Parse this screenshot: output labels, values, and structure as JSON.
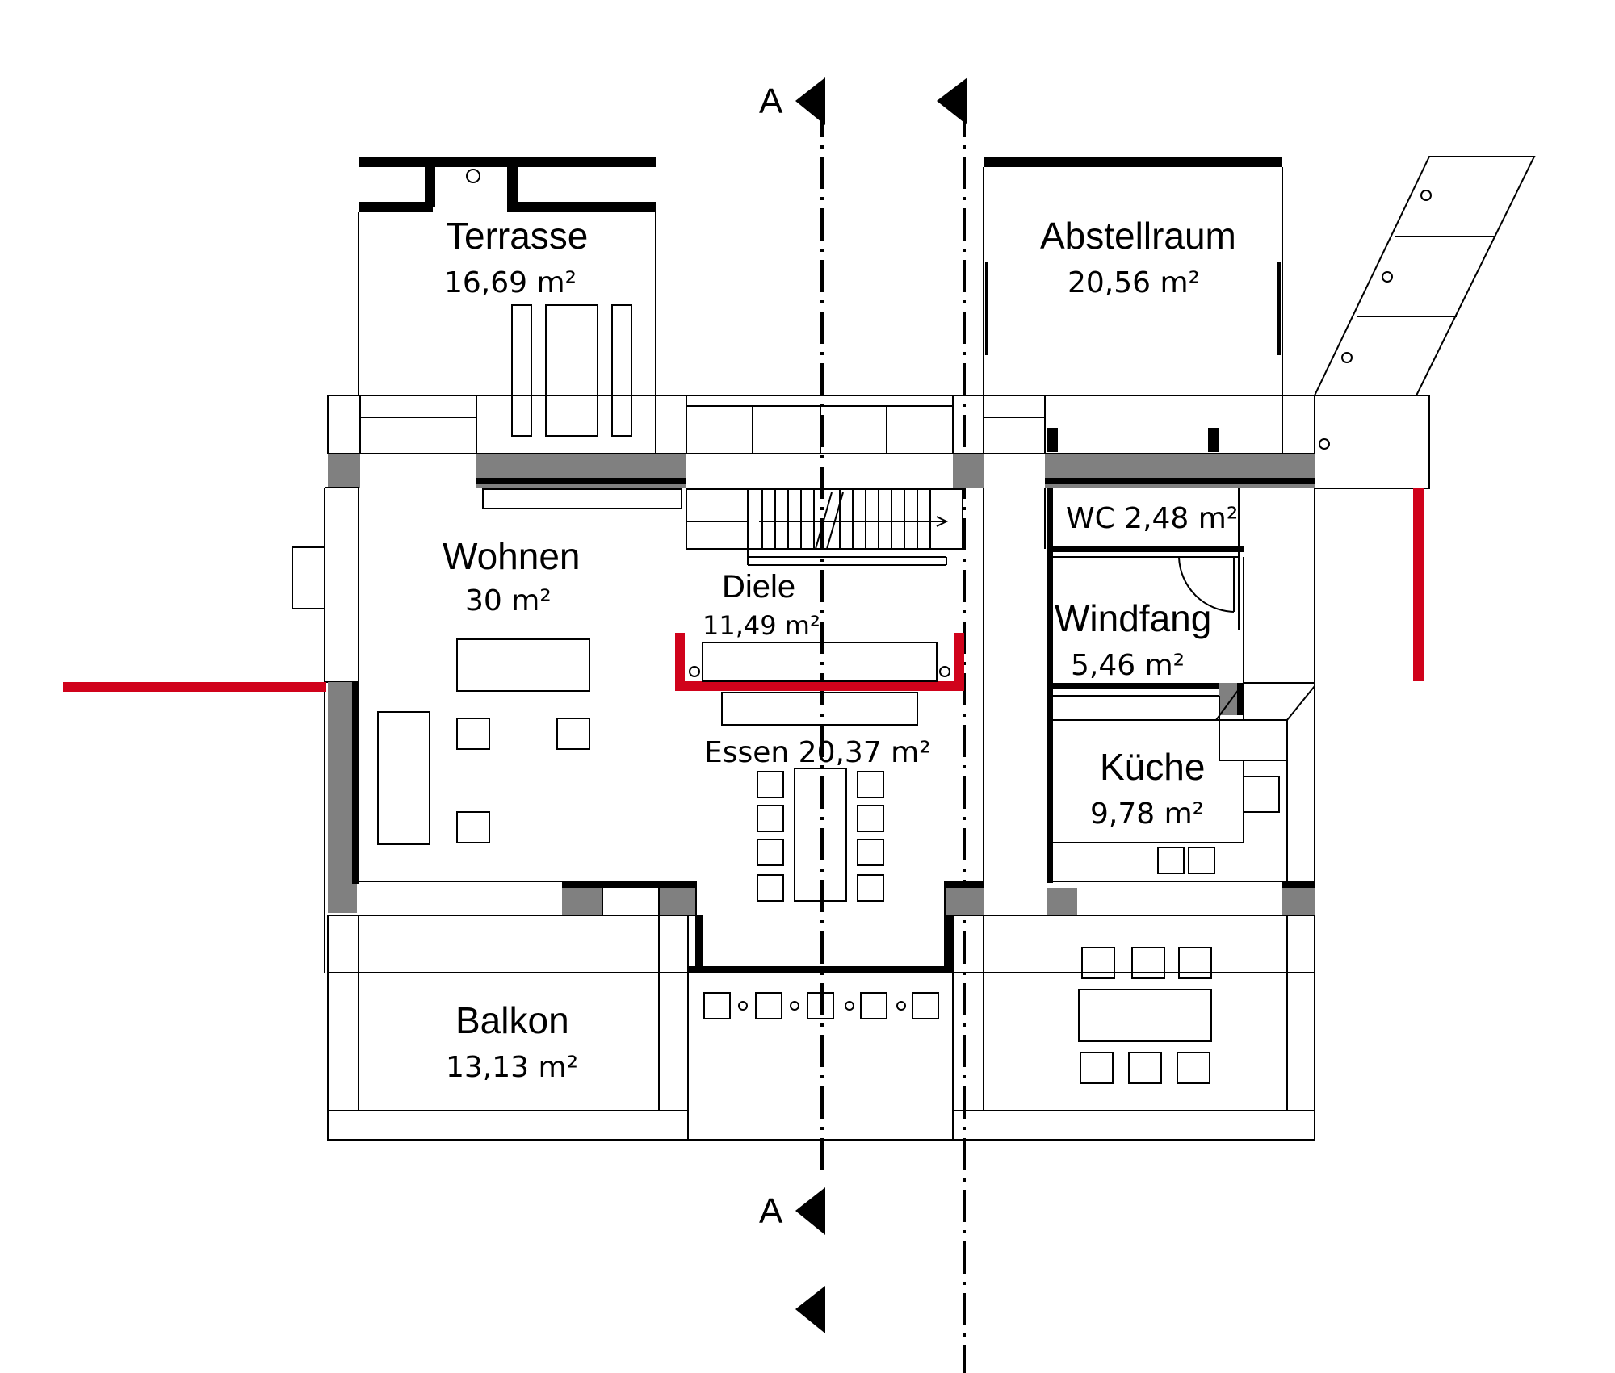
{
  "rooms": {
    "terrasse": {
      "name": "Terrasse",
      "area": "16,69 m²"
    },
    "abstellraum": {
      "name": "Abstellraum",
      "area": "20,56 m²"
    },
    "wohnen": {
      "name": "Wohnen",
      "area": "30 m²"
    },
    "diele": {
      "name": "Diele",
      "area": "11,49 m²"
    },
    "essen": {
      "label": "Essen 20,37 m²"
    },
    "wc": {
      "label": "WC 2,48 m²"
    },
    "windfang": {
      "name": "Windfang",
      "area": "5,46 m²"
    },
    "kueche": {
      "name": "Küche",
      "area": "9,78 m²"
    },
    "balkon": {
      "name": "Balkon",
      "area": "13,13 m²"
    }
  },
  "section_marker": {
    "label": "A"
  },
  "colors": {
    "accent_red": "#d0021b",
    "wall_gray": "#808080",
    "lines": "#000000"
  }
}
